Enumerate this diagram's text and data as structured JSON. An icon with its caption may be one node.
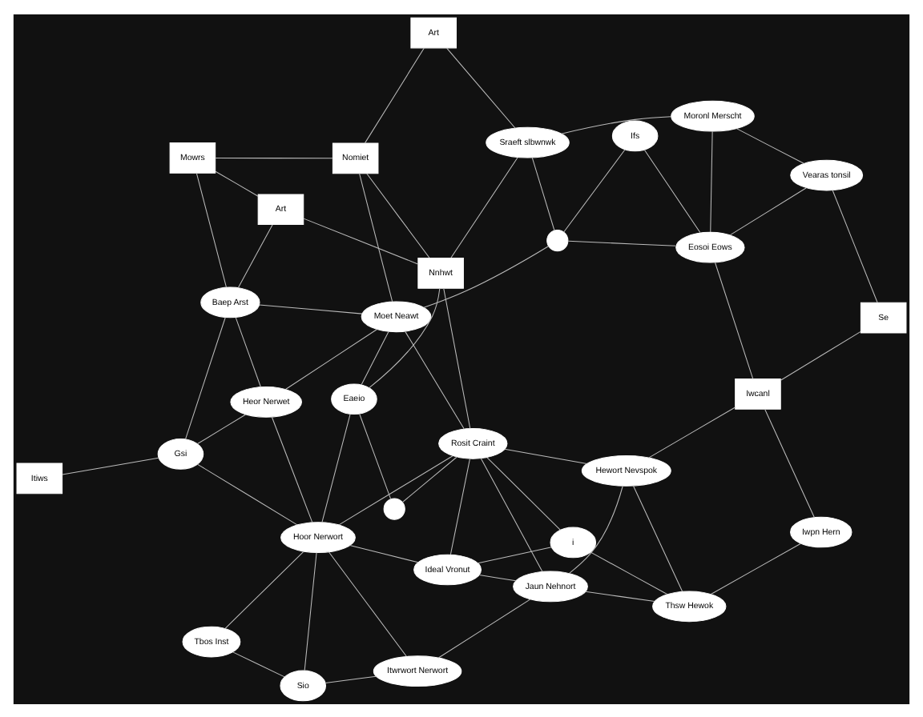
{
  "diagram": {
    "nodes": [
      {
        "text": [
          "Ideal Vronut"
        ]
      },
      {
        "text": [
          "Itwrwort Nerwort"
        ]
      },
      {
        "text": [
          "Sio"
        ]
      },
      {
        "text": [
          "Tbos Inst"
        ]
      },
      {
        "text": [
          "i"
        ]
      },
      {
        "text": [
          "Hoor Nerwort"
        ]
      },
      {
        "text": [
          "Jaun Nehnort"
        ]
      },
      {
        "text": [
          "Gsi"
        ]
      },
      {
        "text": [
          "Itiws"
        ]
      },
      {
        "text": [
          "Thsw Hewok"
        ]
      },
      {
        "text": [
          "Heor Nerwet"
        ]
      },
      {
        "text": [],
        "shape": "circle"
      },
      {
        "text": [
          "Eaeio"
        ]
      },
      {
        "text": [
          "Hewort Nevspok"
        ]
      },
      {
        "text": [
          "Rosit Craint"
        ]
      },
      {
        "text": [
          "Iwpn Hern"
        ]
      },
      {
        "text": [
          "Baep Arst"
        ]
      },
      {
        "text": [
          "Moet Neawt"
        ]
      },
      {
        "text": [
          "Ifs"
        ]
      },
      {
        "text": [
          "Iwcanl"
        ]
      },
      {
        "text": [
          "Nnhwt"
        ]
      },
      {
        "text": [
          "Art"
        ]
      },
      {
        "text": [],
        "shape": "circle"
      },
      {
        "text": [
          "Eosoi Eows"
        ]
      },
      {
        "text": [
          "Mowrs"
        ]
      },
      {
        "text": [
          "Se"
        ]
      },
      {
        "text": [
          "Vearas tonsil"
        ]
      },
      {
        "text": [
          "Nomiet"
        ]
      },
      {
        "text": [
          "Moronl Merscht"
        ]
      },
      {
        "text": [
          "Sraeft slbwnwk"
        ]
      },
      {
        "text": [
          "Art"
        ]
      }
    ],
    "edges": [
      {
        "from": 4,
        "to": 0,
        "arrow": "none"
      },
      {
        "from": 4,
        "to": 9,
        "arrow": "none"
      },
      {
        "from": 4,
        "to": 14,
        "arrow": "none"
      },
      {
        "from": 0,
        "to": 5,
        "arrow": "none"
      },
      {
        "from": 0,
        "to": 6,
        "arrow": "none"
      },
      {
        "from": 0,
        "to": 14,
        "arrow": "none"
      },
      {
        "from": 1,
        "to": 2,
        "arrow": "none"
      },
      {
        "from": 1,
        "to": 5,
        "arrow": "none"
      },
      {
        "from": 1,
        "to": 6,
        "arrow": "none"
      },
      {
        "from": 2,
        "to": 3,
        "arrow": "none"
      },
      {
        "from": 2,
        "to": 5,
        "arrow": "none"
      },
      {
        "from": 3,
        "to": 5,
        "arrow": "none"
      },
      {
        "from": 5,
        "to": 7,
        "arrow": "none"
      },
      {
        "from": 5,
        "to": 10,
        "arrow": "none"
      },
      {
        "from": 5,
        "to": 12,
        "arrow": "none"
      },
      {
        "from": 5,
        "to": 14,
        "arrow": "none"
      },
      {
        "from": 7,
        "to": 8,
        "arrow": "none"
      },
      {
        "from": 7,
        "to": 10,
        "arrow": "none"
      },
      {
        "from": 7,
        "to": 16,
        "arrow": "none"
      },
      {
        "from": 9,
        "to": 6,
        "arrow": "none"
      },
      {
        "from": 9,
        "to": 13,
        "arrow": "none"
      },
      {
        "from": 9,
        "to": 15,
        "arrow": "none"
      },
      {
        "from": 6,
        "to": 13,
        "arrow": "none"
      },
      {
        "from": 6,
        "to": 14,
        "arrow": "none"
      },
      {
        "from": 13,
        "to": 14,
        "arrow": "none"
      },
      {
        "from": 13,
        "to": 19,
        "arrow": "none"
      },
      {
        "from": 14,
        "to": 11,
        "arrow": "none"
      },
      {
        "from": 14,
        "to": 17,
        "arrow": "none"
      },
      {
        "from": 14,
        "to": 20,
        "arrow": "none"
      },
      {
        "from": 11,
        "to": 12,
        "arrow": "none"
      },
      {
        "from": 12,
        "to": 17,
        "arrow": "none"
      },
      {
        "from": 12,
        "to": 20,
        "arrow": "none"
      },
      {
        "from": 10,
        "to": 17,
        "arrow": "none"
      },
      {
        "from": 10,
        "to": 16,
        "arrow": "none"
      },
      {
        "from": 17,
        "to": 16,
        "arrow": "none"
      },
      {
        "from": 17,
        "to": 27,
        "arrow": "none"
      },
      {
        "from": 15,
        "to": 19,
        "arrow": "none"
      },
      {
        "from": 19,
        "to": 25,
        "arrow": "none"
      },
      {
        "from": 19,
        "to": 23,
        "arrow": "none"
      },
      {
        "from": 25,
        "to": 26,
        "arrow": "none"
      },
      {
        "from": 26,
        "to": 23,
        "arrow": "none"
      },
      {
        "from": 26,
        "to": 28,
        "arrow": "none"
      },
      {
        "from": 23,
        "to": 22,
        "arrow": "none"
      },
      {
        "from": 23,
        "to": 28,
        "arrow": "none"
      },
      {
        "from": 18,
        "to": 22,
        "arrow": "none"
      },
      {
        "from": 18,
        "to": 23,
        "arrow": "none"
      },
      {
        "from": 22,
        "to": 29,
        "arrow": "none"
      },
      {
        "from": 22,
        "to": 17,
        "arrow": "none"
      },
      {
        "from": 20,
        "to": 21,
        "arrow": "none"
      },
      {
        "from": 20,
        "to": 27,
        "arrow": "none"
      },
      {
        "from": 21,
        "to": 24,
        "arrow": "none"
      },
      {
        "from": 16,
        "to": 24,
        "arrow": "none"
      },
      {
        "from": 24,
        "to": 27,
        "arrow": "none"
      },
      {
        "from": 27,
        "to": 30,
        "arrow": "none"
      },
      {
        "from": 29,
        "to": 30,
        "arrow": "none"
      },
      {
        "from": 28,
        "to": 29,
        "arrow": "none"
      },
      {
        "from": 16,
        "to": 21,
        "arrow": "none"
      },
      {
        "from": 29,
        "to": 20,
        "arrow": "none"
      }
    ]
  }
}
